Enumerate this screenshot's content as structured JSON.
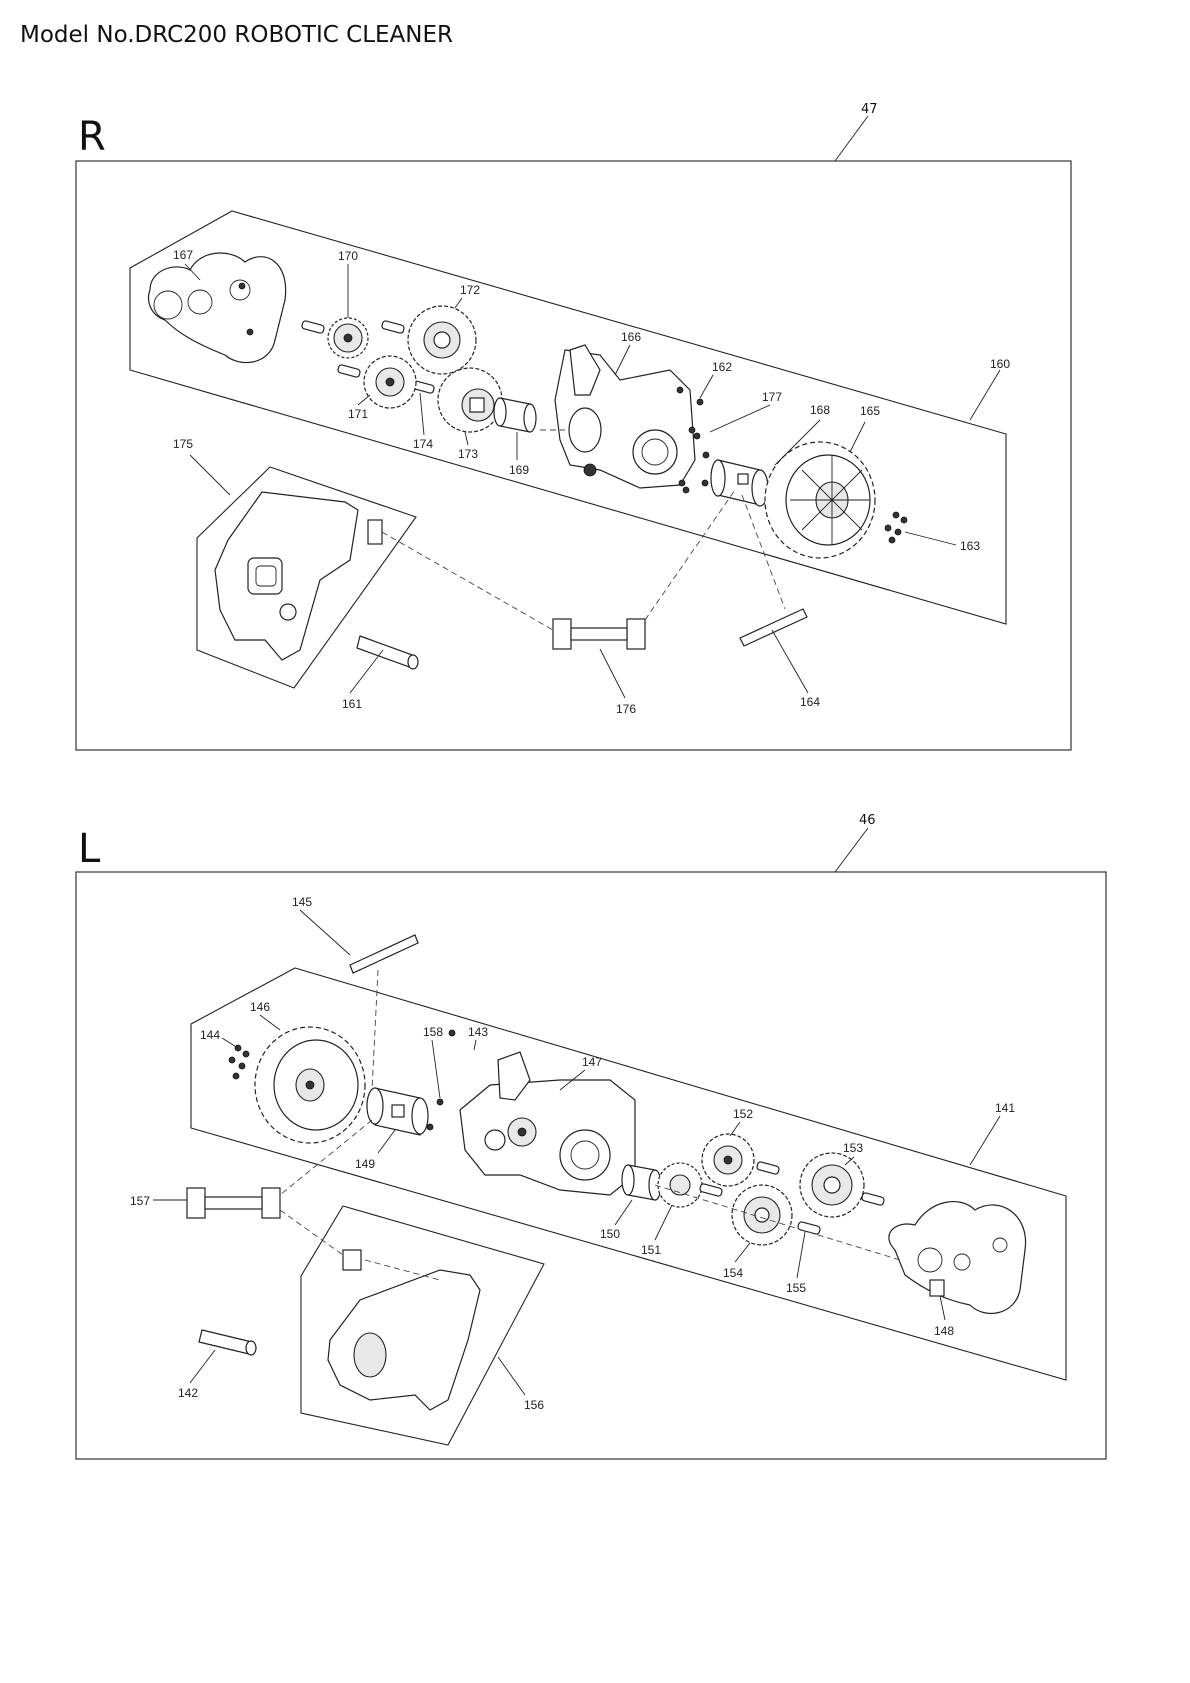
{
  "header": {
    "title": "Model No.DRC200 ROBOTIC CLEANER"
  },
  "sections": [
    {
      "letter": "R",
      "assembly_no": "47",
      "callouts": [
        "167",
        "170",
        "172",
        "171",
        "174",
        "173",
        "169",
        "166",
        "162",
        "177",
        "168",
        "165",
        "160",
        "175",
        "163",
        "161",
        "176",
        "164"
      ]
    },
    {
      "letter": "L",
      "assembly_no": "46",
      "callouts": [
        "145",
        "146",
        "144",
        "158",
        "143",
        "147",
        "152",
        "141",
        "153",
        "149",
        "157",
        "150",
        "151",
        "154",
        "155",
        "148",
        "142",
        "156"
      ]
    }
  ]
}
